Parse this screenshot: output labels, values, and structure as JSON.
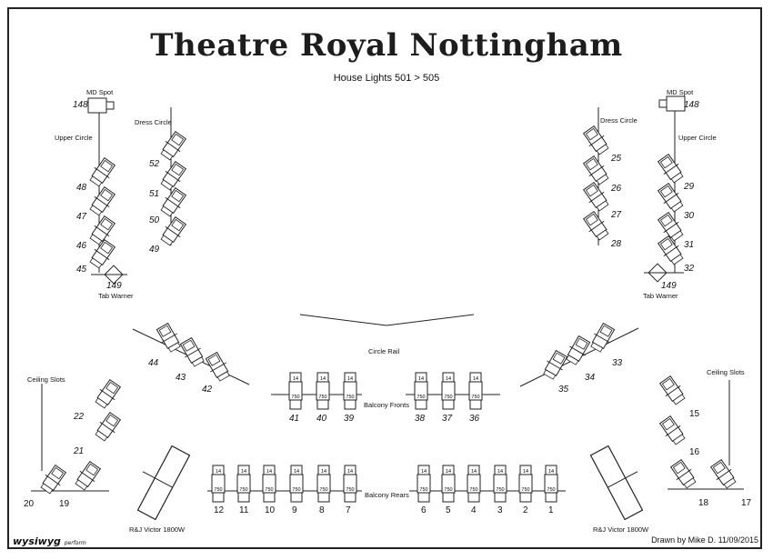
{
  "title": "Theatre Royal Nottingham",
  "subtitle": "House Lights 501 > 505",
  "labels": {
    "md_spot_left": "MD Spot",
    "md_spot_right": "MD Spot",
    "md_spot_num_left": "148",
    "md_spot_num_right": "148",
    "upper_circle_left": "Upper Circle",
    "upper_circle_right": "Upper Circle",
    "dress_circle_left": "Dress Circle",
    "dress_circle_right": "Dress Circle",
    "tab_warner_left": "Tab Warner",
    "tab_warner_right": "Tab Warner",
    "tab_warner_num_left": "149",
    "tab_warner_num_right": "149",
    "ceiling_slots_left": "Ceiling Slots",
    "ceiling_slots_right": "Ceiling Slots",
    "circle_rail": "Circle Rail",
    "balcony_fronts": "Balcony Fronts",
    "balcony_rears": "Balcony Rears",
    "victor_left": "R&J Victor 1800W",
    "victor_right": "R&J Victor 1800W",
    "drawn_by": "Drawn by Mike D. 11/09/2015",
    "logo_main": "wysiwyg",
    "logo_sub": "perform",
    "fixture_tag_a": "14",
    "fixture_tag_b": "750"
  },
  "channels": {
    "upper_left": [
      "48",
      "47",
      "46",
      "45"
    ],
    "dress_left": [
      "52",
      "51",
      "50",
      "49"
    ],
    "dress_right": [
      "25",
      "26",
      "27",
      "28"
    ],
    "upper_right": [
      "29",
      "30",
      "31",
      "32"
    ],
    "circle_left": [
      "44",
      "43",
      "42"
    ],
    "circle_right": [
      "35",
      "34",
      "33"
    ],
    "balcony_fronts_left": [
      "41",
      "40",
      "39"
    ],
    "balcony_fronts_right": [
      "38",
      "37",
      "36"
    ],
    "ceiling_left": [
      "22",
      "21",
      "20",
      "19"
    ],
    "ceiling_right": [
      "15",
      "16",
      "18",
      "17"
    ],
    "balcony_rears_left": [
      "12",
      "11",
      "10",
      "9",
      "8",
      "7"
    ],
    "balcony_rears_right": [
      "6",
      "5",
      "4",
      "3",
      "2",
      "1"
    ]
  }
}
